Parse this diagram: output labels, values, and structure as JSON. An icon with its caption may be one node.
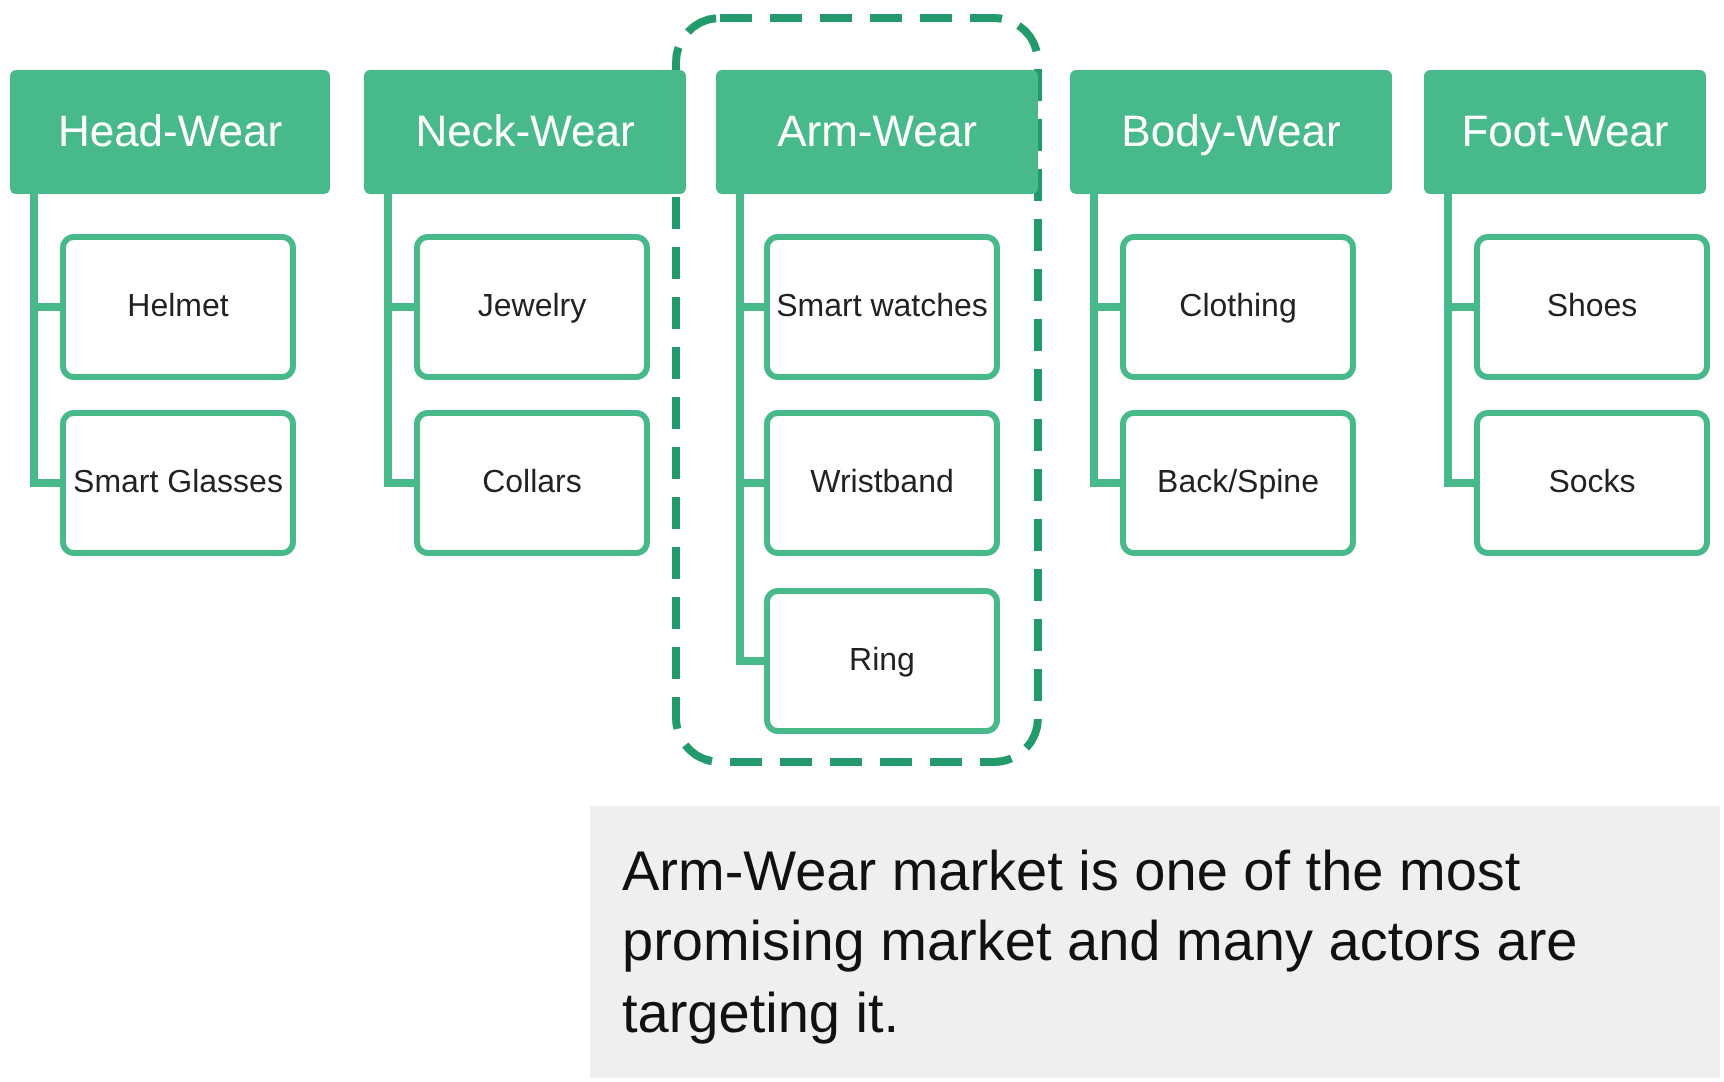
{
  "diagram": {
    "nodes": [
      {
        "text": [
          "Head-Wear"
        ]
      },
      {
        "text": [
          "Helmet"
        ]
      },
      {
        "text": [
          "Smart Glasses"
        ]
      },
      {
        "text": [
          "Neck-Wear"
        ]
      },
      {
        "text": [
          "Jewelry"
        ]
      },
      {
        "text": [
          "Collars"
        ]
      },
      {
        "text": [
          "Arm-Wear"
        ]
      },
      {
        "text": [
          "Smart watches"
        ]
      },
      {
        "text": [
          "Wristband"
        ]
      },
      {
        "text": [
          "Ring"
        ]
      },
      {
        "text": [
          "Body-Wear"
        ]
      },
      {
        "text": [
          "Clothing"
        ]
      },
      {
        "text": [
          "Back/Spine"
        ]
      },
      {
        "text": [
          "Foot-Wear"
        ]
      },
      {
        "text": [
          "Shoes"
        ]
      },
      {
        "text": [
          "Socks"
        ]
      },
      {
        "text": [
          "Arm-Wear market is one of the most promising market and many actors are targeting it."
        ]
      }
    ],
    "edges": [
      {
        "from": 0,
        "to": 1,
        "arrow": "none"
      },
      {
        "from": 0,
        "to": 2,
        "arrow": "none"
      },
      {
        "from": 3,
        "to": 4,
        "arrow": "none"
      },
      {
        "from": 3,
        "to": 5,
        "arrow": "none"
      },
      {
        "from": 6,
        "to": 7,
        "arrow": "none"
      },
      {
        "from": 6,
        "to": 8,
        "arrow": "none"
      },
      {
        "from": 6,
        "to": 9,
        "arrow": "none"
      },
      {
        "from": 10,
        "to": 11,
        "arrow": "none"
      },
      {
        "from": 10,
        "to": 12,
        "arrow": "none"
      },
      {
        "from": 13,
        "to": 14,
        "arrow": "none"
      },
      {
        "from": 13,
        "to": 15,
        "arrow": "none"
      }
    ]
  }
}
